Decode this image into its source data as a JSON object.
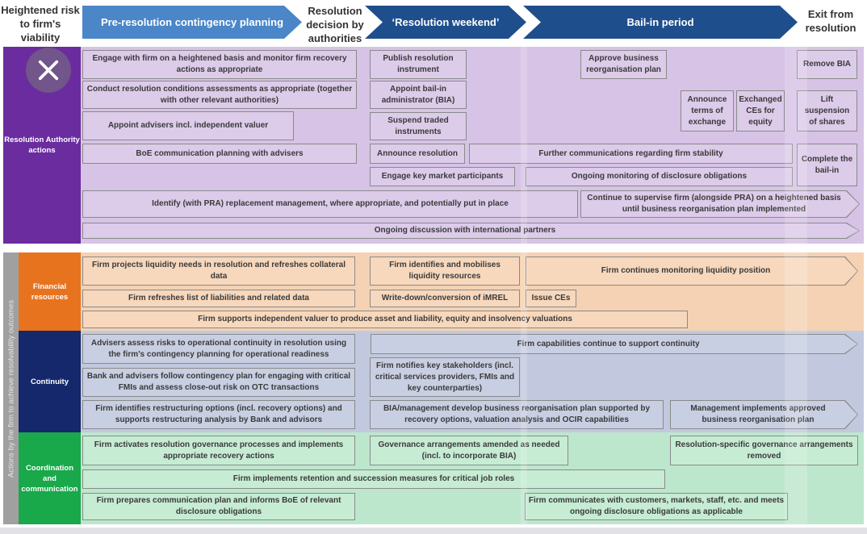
{
  "header": {
    "risk_label": "Heightened risk to firm's viability",
    "phase_pre": "Pre-resolution contingency planning",
    "decision_label": "Resolution decision by authorities",
    "phase_weekend": "‘Resolution weekend’",
    "phase_bailin": "Bail-in period",
    "exit_label": "Exit from resolution"
  },
  "colors": {
    "pre": "#4a86c8",
    "dark": "#1f4e8c",
    "ra": "#6a2c9f",
    "fin": "#e8731f",
    "con": "#14286b",
    "coo": "#19a84a",
    "strip": "#a0a0a0"
  },
  "ra": {
    "label": "Resolution Authority actions",
    "items": [
      "Engage with firm on a heightened basis and monitor firm recovery actions as appropriate",
      "Conduct resolution conditions assessments as appropriate (together with other relevant authorities)",
      "Appoint advisers incl. independent valuer",
      "BoE communication planning with advisers",
      "Publish resolution instrument",
      "Appoint bail-in administrator (BIA)",
      "Suspend traded instruments",
      "Announce resolution",
      "Further communications regarding firm stability",
      "Engage key market participants",
      "Ongoing monitoring of disclosure obligations",
      "Approve business reorganisation plan",
      "Announce terms of exchange",
      "Exchanged CEs for equity",
      "Remove BIA",
      "Lift suspension of shares",
      "Complete the bail-in",
      "Identify (with PRA) replacement management, where appropriate, and potentially put in place",
      "Continue to supervise firm (alongside PRA) on a heightened basis until business reorganisation plan implemented",
      "Ongoing discussion with international partners"
    ]
  },
  "firm_label": "Actions by the firm to achieve resolvability outcomes",
  "fin": {
    "label": "Financial resources",
    "items": [
      "Firm projects liquidity needs in resolution and refreshes collateral data",
      "Firm refreshes list of liabilities and related data",
      "Firm supports independent valuer to produce asset and liability, equity and insolvency valuations",
      "Firm identifies and mobilises liquidity resources",
      "Write-down/conversion of iMREL",
      "Issue CEs",
      "Firm continues monitoring liquidity position"
    ]
  },
  "con": {
    "label": "Continuity",
    "items": [
      "Advisers assess risks to operational continuity in resolution using the firm’s contingency planning for operational readiness",
      "Bank and advisers follow contingency plan for engaging with critical FMIs and assess close-out risk on OTC transactions",
      "Firm identifies restructuring options (incl. recovery options) and supports restructuring analysis by Bank and advisors",
      "Firm capabilities continue to support continuity",
      "Firm notifies key stakeholders (incl. critical services providers, FMIs and key counterparties)",
      "BIA/management develop business reorganisation plan supported by recovery options, valuation analysis and OCIR capabilities",
      "Management implements approved business reorganisation plan"
    ]
  },
  "coo": {
    "label": "Coordination and communication",
    "items": [
      "Firm activates resolution governance processes and implements appropriate recovery actions",
      "Governance arrangements amended as needed (incl. to incorporate BIA)",
      "Resolution-specific governance arrangements removed",
      "Firm implements retention and succession measures for critical job roles",
      "Firm prepares communication plan and informs BoE of relevant disclosure obligations",
      "Firm communicates with customers, markets, staff, etc. and meets ongoing disclosure obligations as applicable"
    ]
  }
}
